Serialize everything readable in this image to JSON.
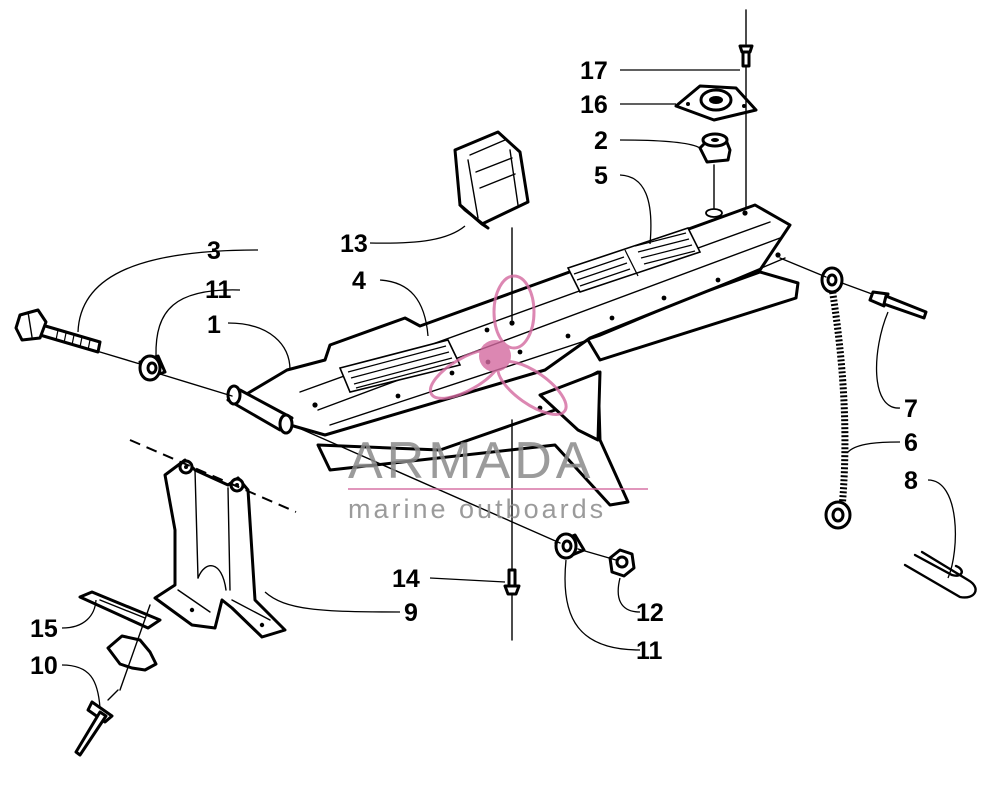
{
  "callouts": {
    "c1": "1",
    "c2": "2",
    "c3": "3",
    "c4": "4",
    "c5": "5",
    "c6": "6",
    "c7": "7",
    "c8": "8",
    "c9": "9",
    "c10": "10",
    "c11a": "11",
    "c11b": "11",
    "c12": "12",
    "c13": "13",
    "c14": "14",
    "c15": "15",
    "c16": "16",
    "c17": "17"
  },
  "watermark": {
    "brand": "ARMADA",
    "tagline": "marine outboards",
    "accent_color": "#d46aa0",
    "text_color": "#8a8a8a"
  }
}
